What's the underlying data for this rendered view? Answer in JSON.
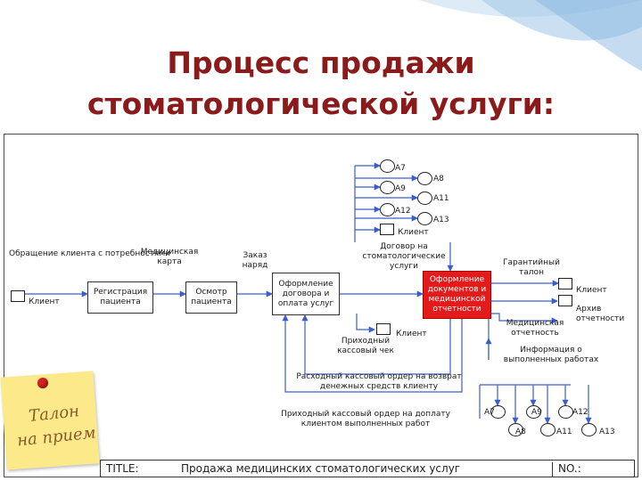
{
  "title_line1": "Процесс продажи",
  "title_line2": "стоматологической услуги:",
  "colors": {
    "title": "#8b1a1a",
    "highlight_box": "#e31b1b",
    "arrows": "#3a5fcd",
    "sticky_note": "#fbe98a"
  },
  "boxes": {
    "registration": "Регистрация пациента",
    "examination": "Осмотр пациента",
    "contract": "Оформление договора и оплата услуг",
    "documents": "Оформление документов и медицинской отчетности"
  },
  "labels": {
    "request": "Обращение клиента с потребностями",
    "client_left": "Клиент",
    "med_card": "Медицинская карта",
    "order": "Заказ наряд",
    "contract_doc": "Договор на стоматологические услуги",
    "client_top": "Клиент",
    "client_mid": "Клиент",
    "receipt": "Приходный кассовый чек",
    "expense_order": "Расходный кассовый ордер на возврат денежных средств клиенту",
    "income_order": "Приходный кассовый ордер на доплату клиентом выполненных работ",
    "warranty": "Гарантийный талон",
    "client_right": "Клиент",
    "med_report": "Медицинская отчетность",
    "archive": "Архив отчетности",
    "work_info": "Информация о выполненных работах"
  },
  "mechanisms_top": [
    "A7",
    "A8",
    "A9",
    "A11",
    "A12",
    "A13"
  ],
  "mechanisms_bottom": [
    "A7",
    "A8",
    "A9",
    "A11",
    "A12",
    "A13"
  ],
  "footer": {
    "title_label": "TITLE:",
    "title_value": "Продажа медицинских стоматологических услуг",
    "no_label": "NO.:"
  },
  "sticky_note": {
    "line1": "Талон",
    "line2": "на прием"
  }
}
